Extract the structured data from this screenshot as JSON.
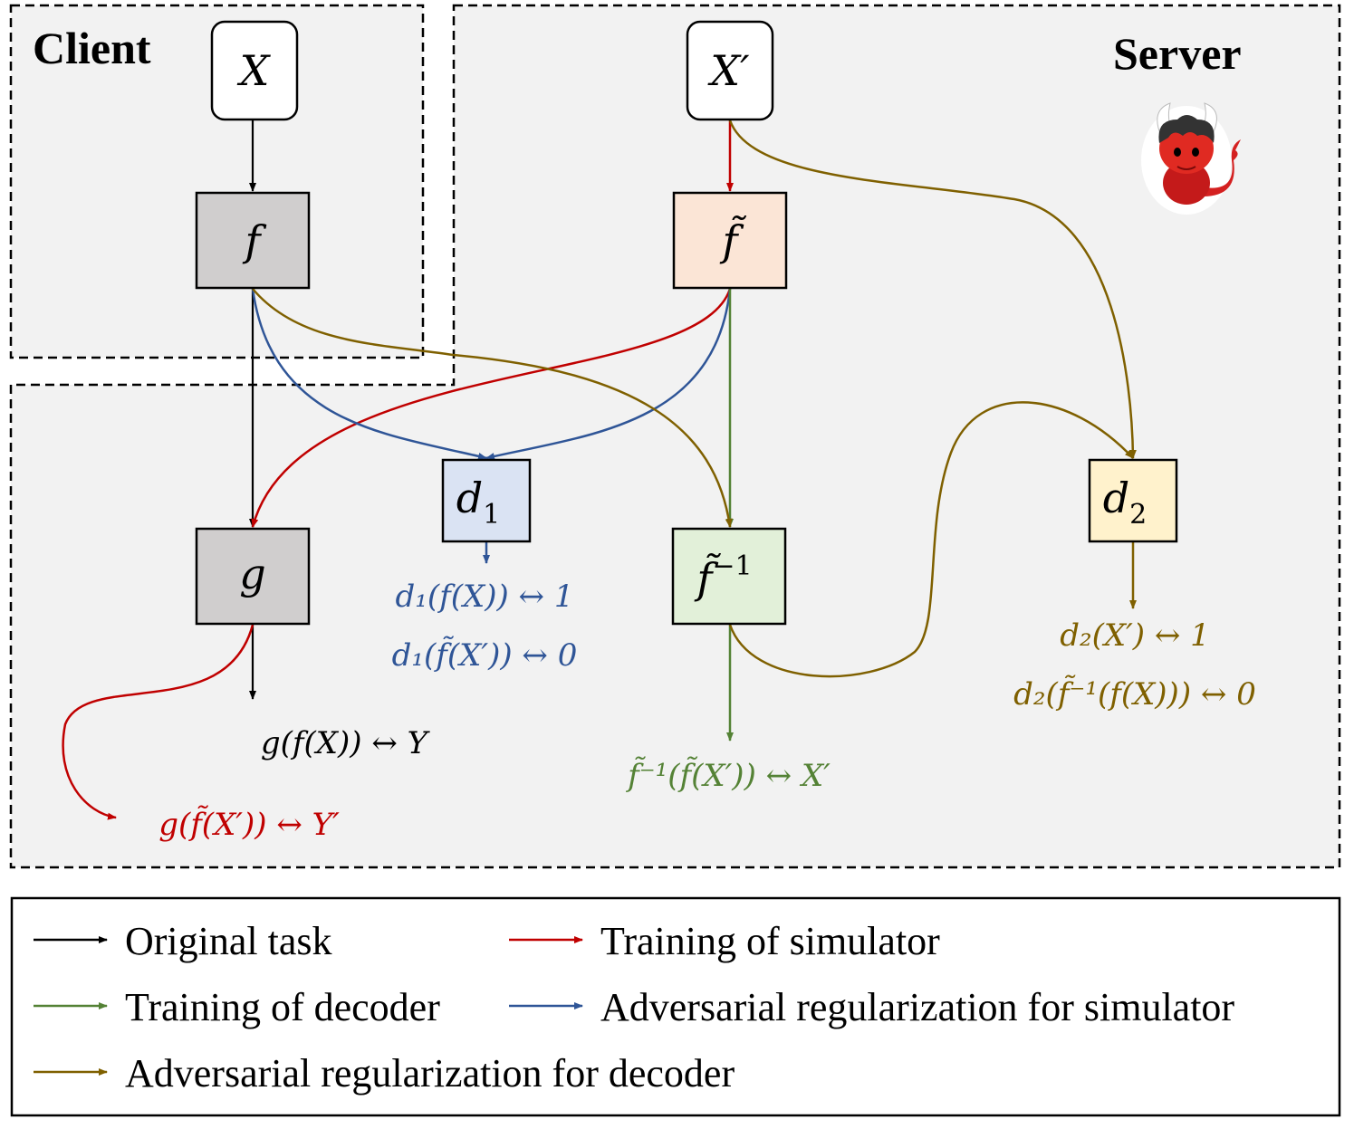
{
  "colors": {
    "black": "#000000",
    "red": "#c00000",
    "green": "#548235",
    "blue": "#2f5597",
    "olive": "#7f6000",
    "region_fill": "#f2f2f2",
    "gray_node": "#d0cece",
    "orange_node": "#fbe5d6",
    "blue_node": "#dae3f3",
    "green_node": "#e2f0d9",
    "yellow_node": "#fff2cc"
  },
  "regions": {
    "client": "Client",
    "server": "Server"
  },
  "nodes": {
    "x": "X",
    "x_prime": "X′",
    "f": "f",
    "f_tilde": "f̃",
    "g": "g",
    "d1_main": "d",
    "d1_sub": "1",
    "f_inv_main": "f̃",
    "f_inv_sup": "−1",
    "d2_main": "d",
    "d2_sub": "2"
  },
  "icons": {
    "server": "devil-icon"
  },
  "expressions": {
    "original": "g(f(X)) ↔ Y",
    "simulator": "g(f̃(X′)) ↔ Y′",
    "d1_real": "d₁(f(X)) ↔ 1",
    "d1_fake": "d₁(f̃(X′)) ↔ 0",
    "decoder": "f̃⁻¹(f̃(X′)) ↔ X′",
    "d2_real": "d₂(X′) ↔ 1",
    "d2_fake": "d₂(f̃⁻¹(f(X))) ↔ 0"
  },
  "legend": {
    "items": [
      {
        "label": "Original task",
        "color": "#000000"
      },
      {
        "label": "Training of simulator",
        "color": "#c00000"
      },
      {
        "label": "Training of decoder",
        "color": "#548235"
      },
      {
        "label": "Adversarial regularization for simulator",
        "color": "#2f5597"
      },
      {
        "label": "Adversarial regularization for decoder",
        "color": "#7f6000"
      }
    ]
  }
}
